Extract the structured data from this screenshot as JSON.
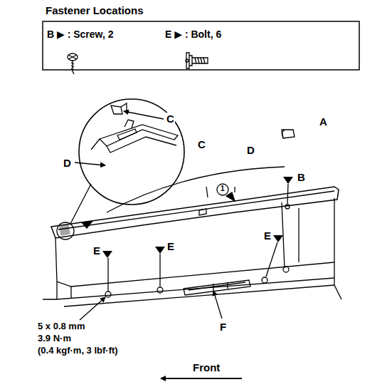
{
  "diagram": {
    "title": "Fastener Locations",
    "labels": [
      "C",
      "D",
      "C",
      "D",
      "A",
      "B",
      "1",
      "E",
      "E",
      "E",
      "F",
      "5 x 0.8 mm",
      "3.9 N·m",
      "(0.4 kgf·m, 3 lbf·ft)",
      "Front"
    ],
    "legend": [
      {
        "text": "B ▶ : Screw, 2"
      },
      {
        "text": "E ▶ : Bolt, 6"
      }
    ]
  }
}
